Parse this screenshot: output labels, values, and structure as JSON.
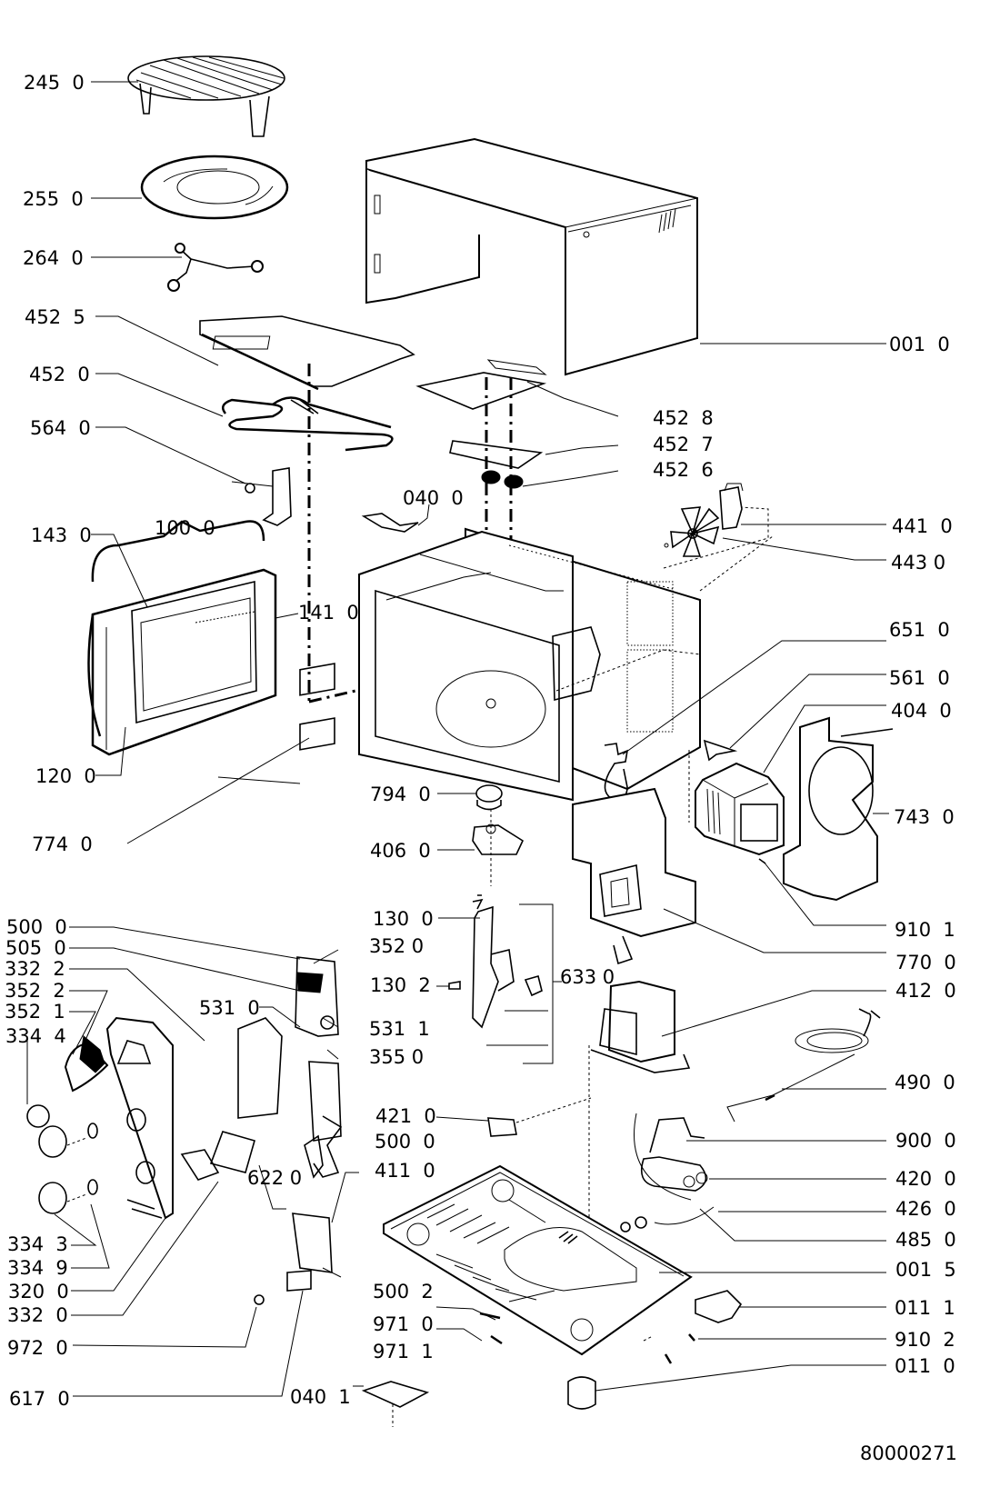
{
  "document": {
    "drawing_number": "80000271",
    "type": "exploded parts diagram - microwave oven"
  },
  "parts": {
    "p2450": "245  0",
    "p2550": "255  0",
    "p2640": "264  0",
    "p4525": "452  5",
    "p4520": "452  0",
    "p5640": "564  0",
    "p1430": "143  0",
    "p1000": "100  0",
    "p1410": "141  0",
    "p1200": "120  0",
    "p7740": "774  0",
    "p0400": "040  0",
    "p0010": "001  0",
    "p4528": "452  8",
    "p4527": "452  7",
    "p4526": "452  6",
    "p4410": "441  0",
    "p4430": "443 0",
    "p6510": "651  0",
    "p5610": "561  0",
    "p4040": "404  0",
    "p7430": "743  0",
    "p7940": "794  0",
    "p4060": "406  0",
    "p9101": "910  1",
    "p7700": "770  0",
    "p4120": "412  0",
    "p1300": "130  0",
    "p3520": "352 0",
    "p1302": "130  2",
    "p6330": "633 0",
    "p5311": "531  1",
    "p3550": "355 0",
    "p5310": "531  0",
    "p5000": "500  0",
    "p5050": "505  0",
    "p3322": "332  2",
    "p3522": "352  2",
    "p3521": "352  1",
    "p3344": "334  4",
    "p4900": "490  0",
    "p4210": "421  0",
    "p5000b": "500  0",
    "p4110": "411  0",
    "p6220": "622 0",
    "p9000": "900  0",
    "p4200": "420  0",
    "p4260": "426  0",
    "p4850": "485  0",
    "p0015": "001  5",
    "p3343": "334  3",
    "p3349": "334  9",
    "p3200": "320  0",
    "p3320": "332  0",
    "p5002": "500  2",
    "p9720": "972  0",
    "p9710": "971  0",
    "p9711": "971  1",
    "p0111": "011  1",
    "p9102": "910  2",
    "p6170": "617  0",
    "p0401": "040  1",
    "p0110": "011  0"
  }
}
